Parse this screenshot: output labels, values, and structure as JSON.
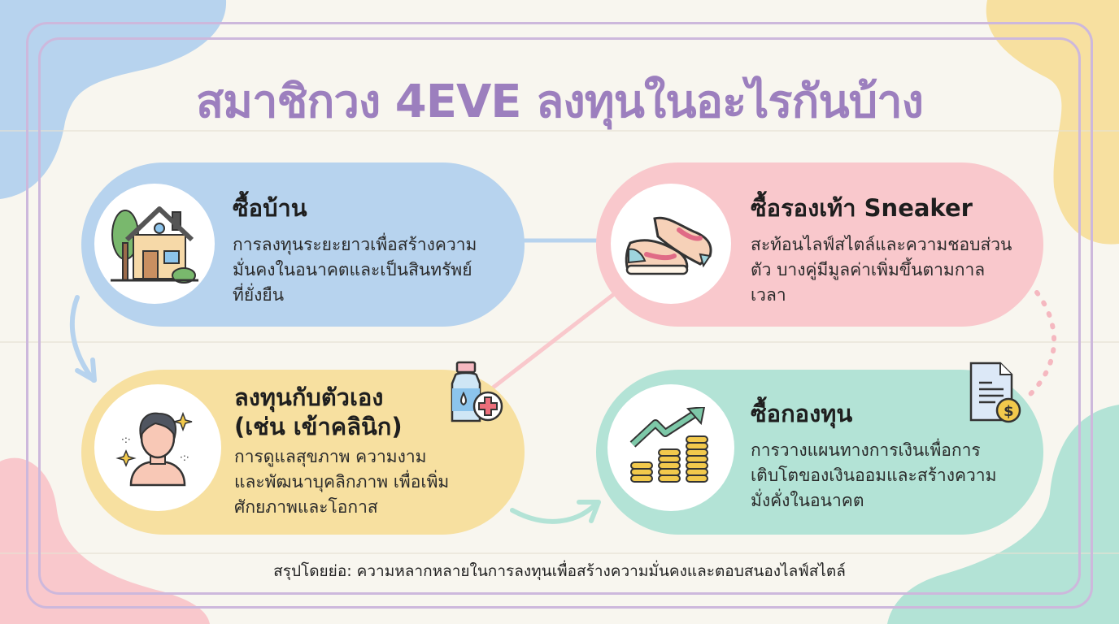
{
  "title": "สมาชิกวง 4EVE ลงทุนในอะไรกันบ้าง",
  "colors": {
    "title": "#9c7fbe",
    "frame": "#cdb8dc",
    "blue": "#b7d3ee",
    "pink": "#f9c8cc",
    "yellow": "#f7e0a0",
    "mint": "#b3e3d6",
    "background": "#f8f6ef"
  },
  "cards": [
    {
      "title": "ซื้อบ้าน",
      "lines": [
        "การลงทุนระยะยาวเพื่อสร้างความ",
        "มั่นคงในอนาคตและเป็นสินทรัพย์",
        "ที่ยั่งยืน"
      ],
      "icon": "house-icon",
      "color": "#b7d3ee"
    },
    {
      "title": "ซื้อรองเท้า Sneaker",
      "lines": [
        "สะท้อนไลฟ์สไตล์และความชอบส่วน",
        "ตัว บางคู่มีมูลค่าเพิ่มขึ้นตามกาล",
        "เวลา"
      ],
      "icon": "sneaker-icon",
      "color": "#f9c8cc"
    },
    {
      "title_lines": [
        "ลงทุนกับตัวเอง",
        "(เช่น เข้าคลินิก)"
      ],
      "lines": [
        "การดูแลสุขภาพ ความงาม",
        "และพัฒนาบุคลิกภาพ เพื่อเพิ่ม",
        "ศักยภาพและโอกาส"
      ],
      "icon": "person-sparkle-icon",
      "badge_icon": "medicine-bottle-icon",
      "color": "#f7e0a0"
    },
    {
      "title": "ซื้อกองทุน",
      "lines": [
        "การวางแผนทางการเงินเพื่อการ",
        "เติบโตของเงินออมและสร้างความ",
        "มั่งคั่งในอนาคต"
      ],
      "icon": "growth-coins-icon",
      "badge_icon": "document-dollar-icon",
      "color": "#b3e3d6"
    }
  ],
  "summary": "สรุปโดยย่อ: ความหลากหลายในการลงทุนเพื่อสร้างความมั่นคงและตอบสนองไลฟ์สไตล์"
}
